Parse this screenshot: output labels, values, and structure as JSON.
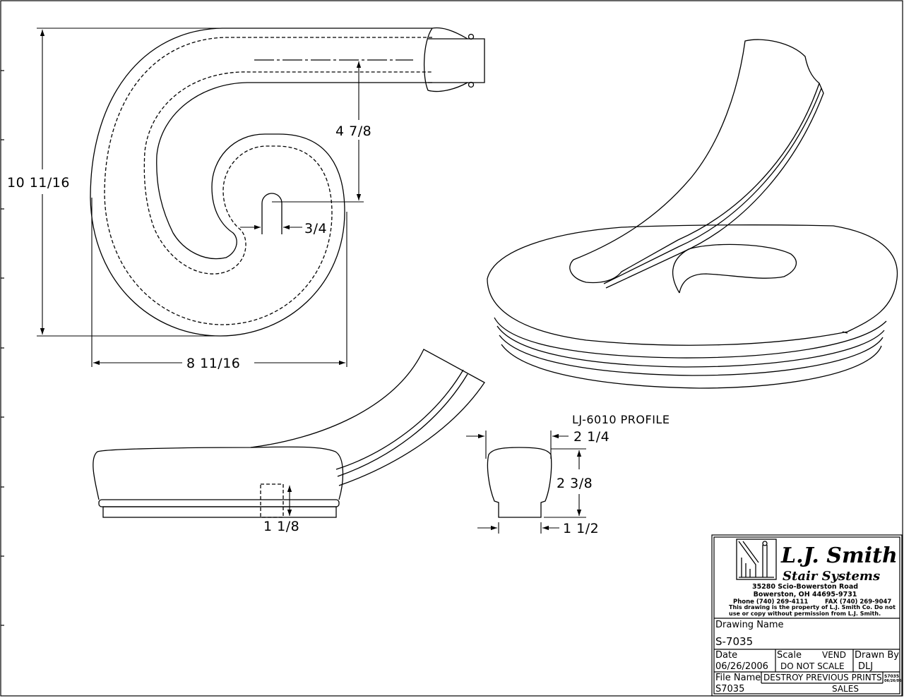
{
  "drawing": {
    "plan_dimensions": {
      "height": "10 11/16",
      "width": "8 11/16",
      "rise": "4 7/8",
      "hole": "3/4"
    },
    "side_dimensions": {
      "dowel": "1 1/8"
    },
    "profile": {
      "title": "LJ-6010 PROFILE",
      "top_width": "2 1/4",
      "height": "2 3/8",
      "base_width": "1 1/2"
    }
  },
  "title_block": {
    "company_line1": "L.J. Smith",
    "company_line2": "Stair Systems",
    "address1": "35280 Scio-Bowerston Road",
    "address2": "Bowerston, OH 44695-9731",
    "phone": "Phone (740) 269-4111",
    "fax": "FAX (740) 269-9047",
    "notice1": "This drawing is the property of L.J. Smith Co. Do not",
    "notice2": "use or copy without permission from L.J. Smith.",
    "drawing_name_label": "Drawing Name",
    "drawing_name": "S-7035",
    "date_label": "Date",
    "date": "06/26/2006",
    "scale_label": "Scale",
    "vend_label": "VEND",
    "scale_value": "DO NOT SCALE",
    "drawn_by_label": "Drawn By",
    "drawn_by": "DLJ",
    "file_name_label": "File Name",
    "destroy_note": "DESTROY PREVIOUS PRINTS",
    "file_name": "S7035",
    "sales": "SALES",
    "mini_code": "S7035",
    "mini_date": "06/26/06"
  }
}
